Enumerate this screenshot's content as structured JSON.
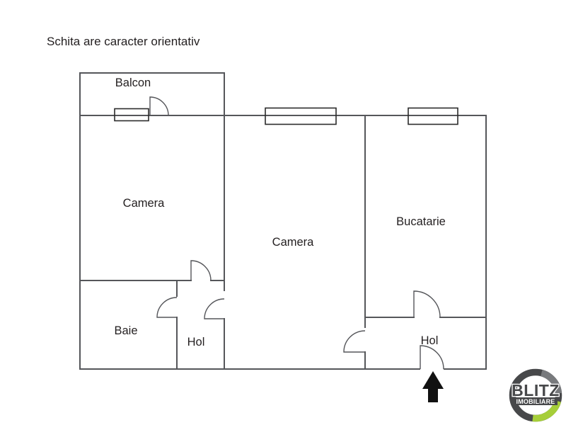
{
  "disclaimer": "Schita are caracter orientativ",
  "rooms": [
    {
      "id": "balcon",
      "label": "Balcon"
    },
    {
      "id": "camera-1",
      "label": "Camera"
    },
    {
      "id": "camera-2",
      "label": "Camera"
    },
    {
      "id": "bucatarie",
      "label": "Bucatarie"
    },
    {
      "id": "baie",
      "label": "Baie"
    },
    {
      "id": "hol-1",
      "label": "Hol"
    },
    {
      "id": "hol-2",
      "label": "Hol"
    }
  ],
  "icons": {
    "entrance_arrow": "up-arrow"
  },
  "logo": {
    "line1": "BLITZ",
    "line2": "IMOBILIARE"
  },
  "colors": {
    "wall": "#55565a",
    "window": "#2b2b2b",
    "text": "#231f20",
    "arrow": "#111111",
    "logo_dark": "#47484a",
    "logo_light": "#787a7d",
    "logo_green": "#a6ce39"
  }
}
